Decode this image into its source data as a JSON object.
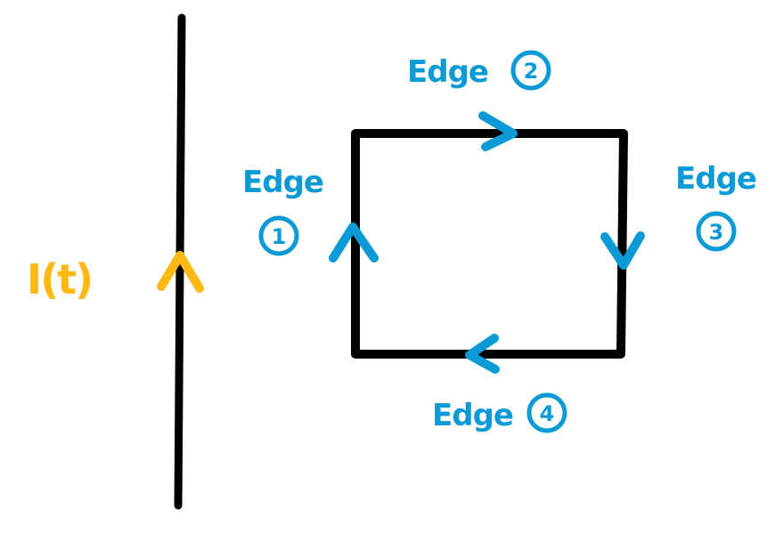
{
  "colors": {
    "wire": "#000000",
    "loop": "#000000",
    "current": "#FDB813",
    "edges": "#0B9AD6",
    "background": "#FFFFFF"
  },
  "current": {
    "label": "I(t)",
    "direction": "up"
  },
  "edges": [
    {
      "word": "Edge",
      "number": "1",
      "arrow_direction": "up"
    },
    {
      "word": "Edge",
      "number": "2",
      "arrow_direction": "right"
    },
    {
      "word": "Edge",
      "number": "3",
      "arrow_direction": "down"
    },
    {
      "word": "Edge",
      "number": "4",
      "arrow_direction": "left"
    }
  ]
}
